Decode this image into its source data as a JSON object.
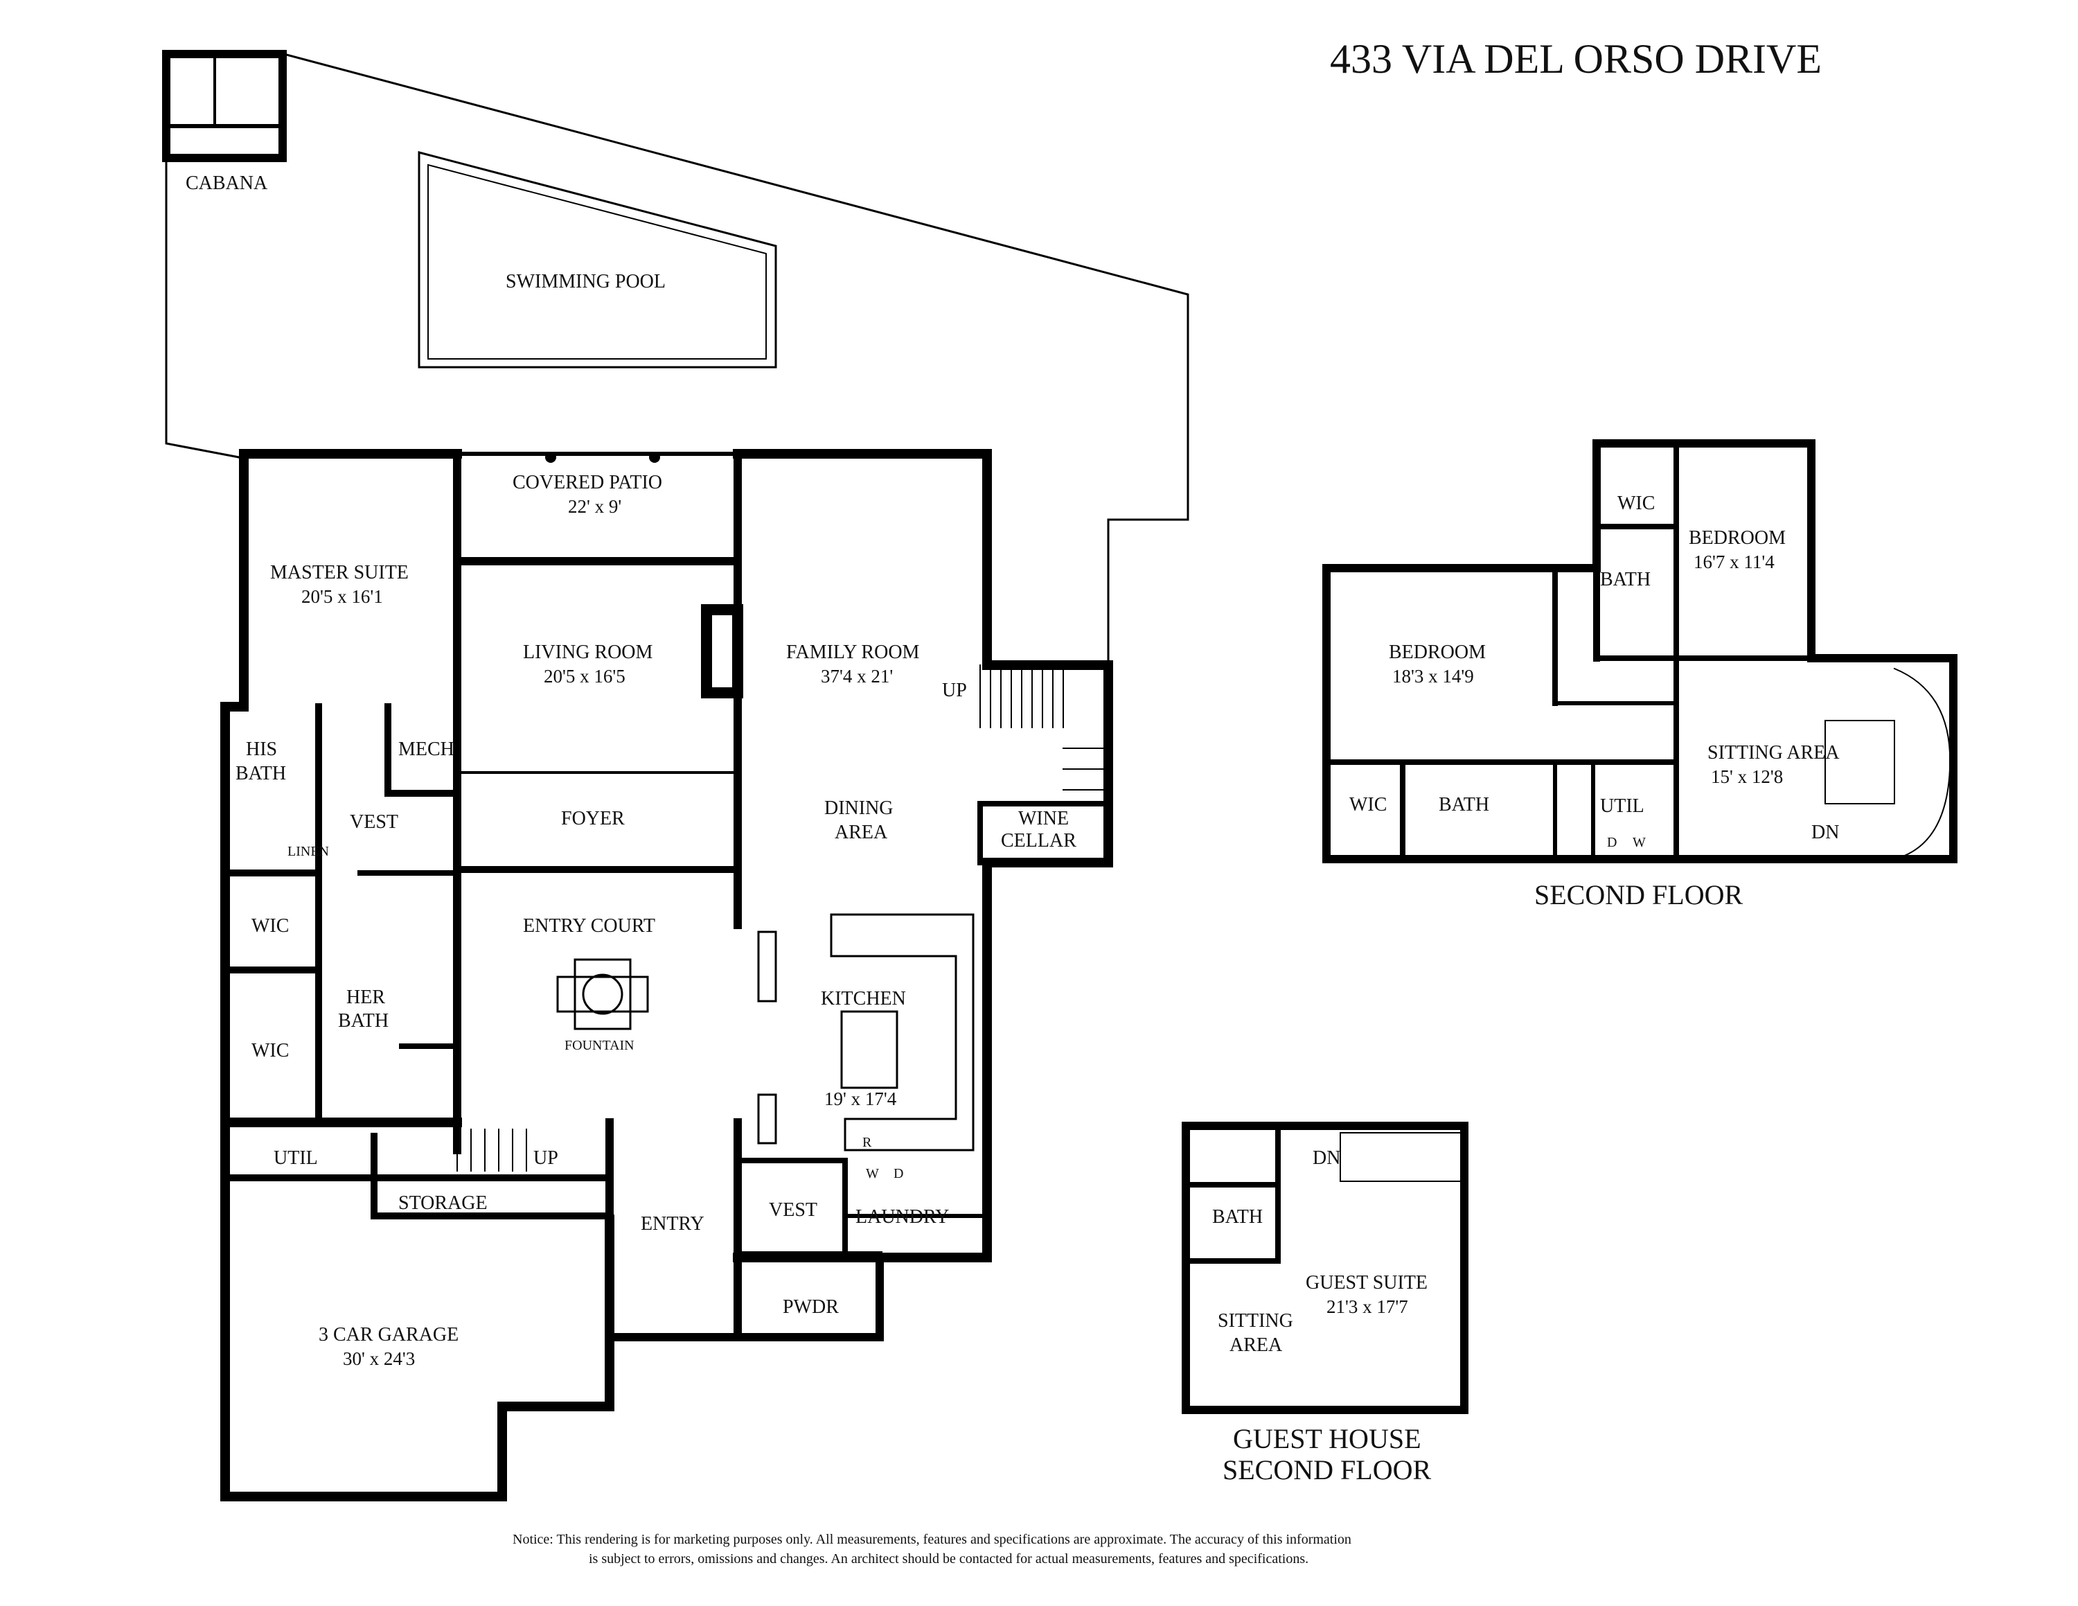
{
  "title": "433 VIA DEL ORSO DRIVE",
  "first_floor": {
    "outdoor": {
      "cabana": "CABANA",
      "pool": "SWIMMING POOL"
    },
    "covered_patio": {
      "name": "COVERED PATIO",
      "size": "22' x 9'"
    },
    "master_suite": {
      "name": "MASTER SUITE",
      "size": "20'5 x 16'1"
    },
    "living_room": {
      "name": "LIVING ROOM",
      "size": "20'5 x 16'5"
    },
    "family_room": {
      "name": "FAMILY ROOM",
      "size": "37'4 x 21'"
    },
    "his_bath_1": "HIS",
    "his_bath_2": "BATH",
    "mech": "MECH",
    "vest_master": "VEST",
    "linen": "LINEN",
    "foyer": "FOYER",
    "dining_1": "DINING",
    "dining_2": "AREA",
    "wine_1": "WINE",
    "wine_2": "CELLAR",
    "up_stairs_family": "UP",
    "wic_1": "WIC",
    "wic_2": "WIC",
    "her_bath_1": "HER",
    "her_bath_2": "BATH",
    "entry_court": "ENTRY COURT",
    "fountain": "FOUNTAIN",
    "kitchen": {
      "name": "KITCHEN",
      "size": "19' x 17'4"
    },
    "fridge": "R",
    "washer": "W",
    "dryer": "D",
    "util": "UTIL",
    "up_stairs_garage": "UP",
    "storage": "STORAGE",
    "entry": "ENTRY",
    "vest_laundry": "VEST",
    "laundry": "LAUNDRY",
    "pwdr": "PWDR",
    "garage": {
      "name": "3 CAR GARAGE",
      "size": "30' x 24'3"
    }
  },
  "second_floor": {
    "heading": "SECOND FLOOR",
    "wic_top": "WIC",
    "bedroom_a": {
      "name": "BEDROOM",
      "size": "16'7 x 11'4"
    },
    "bath_top": "BATH",
    "bedroom_b": {
      "name": "BEDROOM",
      "size": "18'3 x 14'9"
    },
    "sitting": {
      "name": "SITTING AREA",
      "size": "15' x 12'8"
    },
    "wic_bottom": "WIC",
    "bath_bottom": "BATH",
    "util": "UTIL",
    "dryer": "D",
    "washer": "W",
    "down": "DN"
  },
  "guest_house": {
    "heading_1": "GUEST HOUSE",
    "heading_2": "SECOND FLOOR",
    "down": "DN",
    "bath": "BATH",
    "suite": {
      "name": "GUEST SUITE",
      "size": "21'3 x 17'7"
    },
    "sitting_1": "SITTING",
    "sitting_2": "AREA"
  },
  "notice": {
    "line1": "Notice: This rendering is for marketing purposes only. All measurements, features and specifications are approximate. The accuracy of this information",
    "line2": "is subject to errors, omissions and changes. An architect should be contacted for actual measurements, features and specifications."
  }
}
